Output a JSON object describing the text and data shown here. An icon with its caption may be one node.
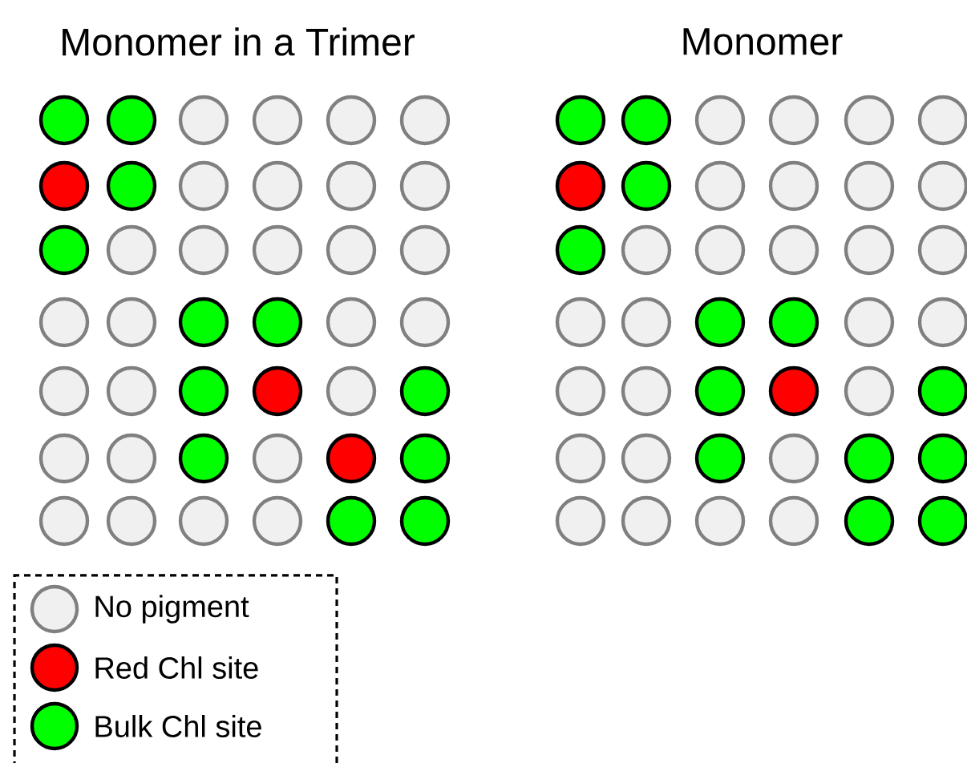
{
  "diagram": {
    "labels": [
      "Monomer in a Trimer",
      "Monomer"
    ],
    "legend": [
      {
        "text": "No pigment",
        "color": "#f0f0f0"
      },
      {
        "text": "Red Chl site",
        "color": "#ff0000"
      },
      {
        "text": "Bulk Chl site",
        "color": "#00ff00"
      }
    ]
  }
}
